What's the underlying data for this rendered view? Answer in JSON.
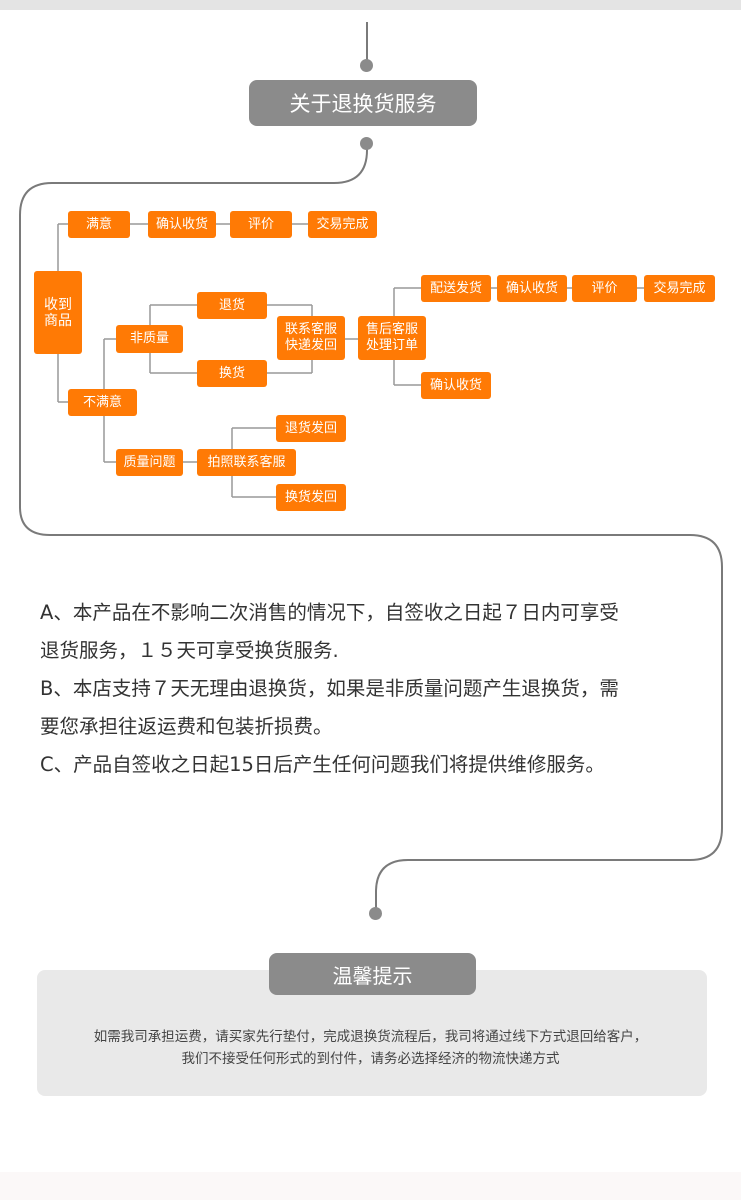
{
  "header": {
    "title": "关于退换货服务"
  },
  "flow": {
    "received": "收到\n商品",
    "satisfied": "满意",
    "confirm_receipt": "确认收货",
    "review": "评价",
    "deal_done": "交易完成",
    "unsatisfied": "不满意",
    "non_quality": "非质量",
    "return": "退货",
    "exchange": "换货",
    "contact_cs_ship_back": "联系客服\n快递发回",
    "after_sale": "售后客服\n处理订单",
    "deliver": "配送发货",
    "confirm_receipt_2": "确认收货",
    "review_2": "评价",
    "deal_done_2": "交易完成",
    "confirm_receipt_3": "确认收货",
    "quality_issue": "质量问题",
    "photo_contact": "拍照联系客服",
    "return_ship_back": "退货发回",
    "exchange_ship_back": "换货发回"
  },
  "policy": {
    "a_line1": "A、本产品在不影响二次消售的情况下，自签收之日起７日内可享受",
    "a_line2": "退货服务，１５天可享受换货服务.",
    "b_line1": "B、本店支持７天无理由退换货，如果是非质量问题产生退换货，需",
    "b_line2": "要您承担往返运费和包装折损费。",
    "c_line1": "C、产品自签收之日起15日后产生任何问题我们将提供维修服务。"
  },
  "notice": {
    "title": "温馨提示",
    "line1": "如需我司承担运费，请买家先行垫付，完成退换货流程后，我司将通过线下方式退回给客户，",
    "line2": "我们不接受任何形式的到付件，请务必选择经济的物流快递方式"
  },
  "colors": {
    "orange": "#ff7a05",
    "gray": "#8b8b8b",
    "line": "#777777"
  }
}
